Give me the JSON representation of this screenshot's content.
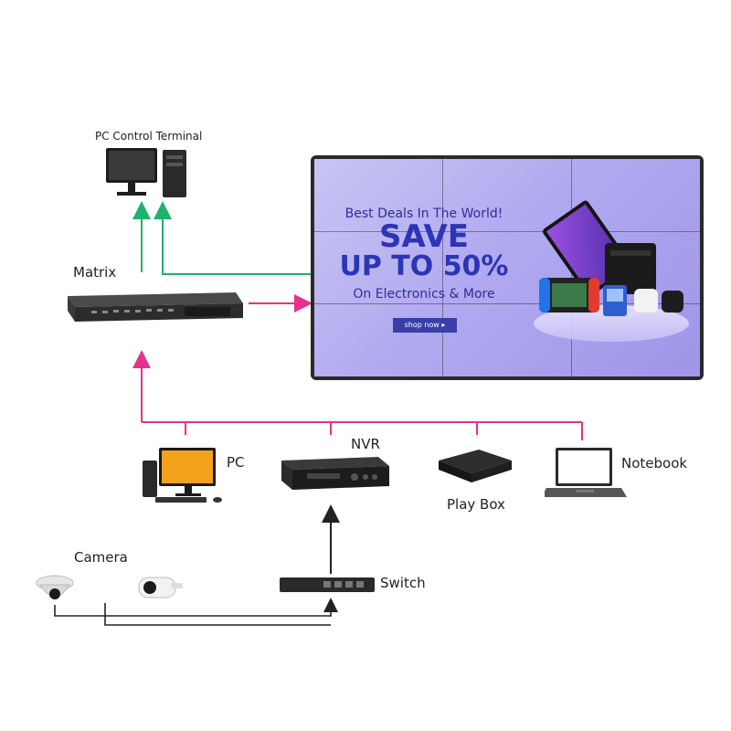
{
  "labels": {
    "pc_control_terminal": "PC Control Terminal",
    "matrix": "Matrix",
    "pc": "PC",
    "nvr": "NVR",
    "play_box": "Play Box",
    "notebook": "Notebook",
    "camera": "Camera",
    "switch": "Switch"
  },
  "wall": {
    "kicker": "Best Deals In The World!",
    "headline_1": "SAVE",
    "headline_2": "UP TO 50%",
    "subline": "On Electronics & More",
    "button": "shop now ▸"
  },
  "colors": {
    "green_link": "#1db36b",
    "pink_link": "#e8318a",
    "black_link": "#222222",
    "wall_bezel": "#2a2a2a",
    "promo_text": "#2b35b5"
  },
  "icons": {
    "pc_control_terminal": "desktop-computer-icon",
    "matrix": "rack-matrix-icon",
    "pc": "desktop-pc-icon",
    "nvr": "nvr-recorder-icon",
    "play_box": "tv-box-icon",
    "notebook": "laptop-icon",
    "camera_dome": "dome-camera-icon",
    "camera_bullet": "bullet-camera-icon",
    "switch": "network-switch-icon"
  }
}
